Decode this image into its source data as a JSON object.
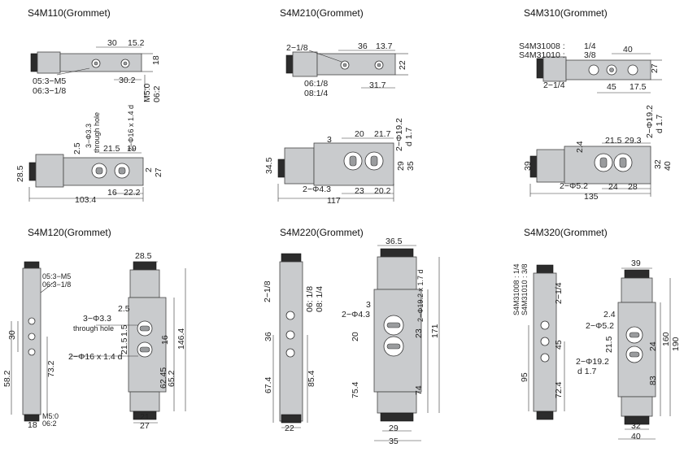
{
  "titles": {
    "s4m110": "S4M110(Grommet)",
    "s4m210": "S4M210(Grommet)",
    "s4m310": "S4M310(Grommet)",
    "s4m120": "S4M120(Grommet)",
    "s4m220": "S4M220(Grommet)",
    "s4m320": "S4M320(Grommet)"
  },
  "s4m110": {
    "d30": "30",
    "d15_2": "15.2",
    "d18": "18",
    "d30_2": "30.2",
    "port_a": "05:3−M5",
    "port_b": "06:3−1/8",
    "m5": "M5:0",
    "g": "06:2",
    "hole": "3−Φ3.3",
    "through": "through hole",
    "pilot": "2−Φ16 x 1.4 d",
    "d2_5": "2.5",
    "d21_5": "21.5",
    "d19": "19",
    "d28_5": "28.5",
    "d2": "2",
    "d27": "27",
    "d16": "16",
    "d22_2": "22.2",
    "d103_4": "103.4"
  },
  "s4m210": {
    "port": "2−1/8",
    "d36": "36",
    "d13_7": "13.7",
    "d22": "22",
    "p1": "06:1/8",
    "p2": "08:1/4",
    "d31_7": "31.7",
    "d3": "3",
    "d20": "20",
    "d21_7": "21.7",
    "phi": "2−Φ19.2",
    "d1_7": "d 1.7",
    "d34_5": "34.5",
    "d29": "29",
    "d35": "35",
    "hole": "2−Φ4.3",
    "d23": "23",
    "d20_2": "20.2",
    "d117": "117"
  },
  "s4m310": {
    "m1": "S4M31008 :",
    "m1v": "1/4",
    "m2": "S4M31010 :",
    "m2v": "3/8",
    "d40": "40",
    "d27": "27",
    "port": "2−1/4",
    "d45": "45",
    "d17_5": "17.5",
    "d2_4": "2.4",
    "d21_5": "21.5",
    "d29_3": "29.3",
    "phi": "2−Φ19.2",
    "d1_7": "d 1.7",
    "d39": "39",
    "d32": "32",
    "d40b": "40",
    "hole": "2−Φ5.2",
    "d24": "24",
    "d28": "28",
    "d135": "135"
  },
  "s4m120": {
    "d28_5": "28.5",
    "port_a": "05:3−M5",
    "port_b": "06:3−1/8",
    "d2_5": "2.5",
    "hole": "3−Φ3.3",
    "through": "through hole",
    "d1_5": "1.5",
    "d21_5": "21.5",
    "d16": "16",
    "pilot": "2−Φ16 x 1.4 d",
    "d30": "30",
    "d73_2": "73.2",
    "d58_2": "58.2",
    "d146_4": "146.4",
    "d62_45": "62.45",
    "d65_2": "65.2",
    "m5": "M5:0",
    "g": "06:2",
    "d18": "18",
    "d21": "21",
    "d27": "27"
  },
  "s4m220": {
    "d36_5": "36.5",
    "port": "2−1/8",
    "p1": "06: 1/8",
    "p2": "08: 1/4",
    "pilot": "2−Φ19.2 x 1.7 d",
    "d3": "3",
    "hole": "2−Φ4.3",
    "d36": "36",
    "d20": "20",
    "d23": "23",
    "d171": "171",
    "d67_4": "67.4",
    "d85_4": "85.4",
    "d75_4": "75.4",
    "d74": "74",
    "d22": "22",
    "d29": "29",
    "d35": "35"
  },
  "s4m320": {
    "d39": "39",
    "m1": "S4M31008 : 1/4",
    "m2": "S4M31010 : 3/8",
    "port": "2−1/4",
    "d2_4": "2.4",
    "hole": "2−Φ5.2",
    "d21_5": "21.5",
    "d24": "24",
    "phi": "2−Φ19.2",
    "d1_7": "d   1.7",
    "d45": "45",
    "d95": "95",
    "d72_4": "72.4",
    "d83": "83",
    "d160": "160",
    "d190": "190",
    "d32": "32",
    "d40": "40"
  }
}
